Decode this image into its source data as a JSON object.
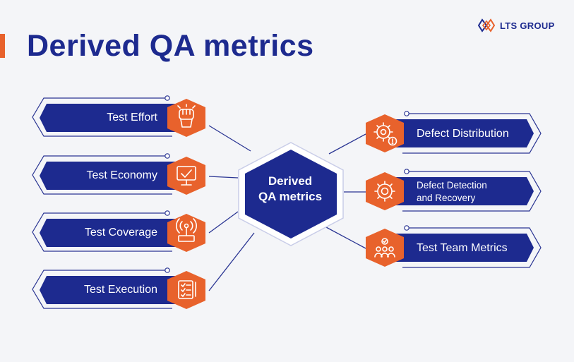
{
  "title": "Derived QA metrics",
  "logo": {
    "text": "LTS GROUP",
    "icon": "lts-logo-icon"
  },
  "center": {
    "line1": "Derived",
    "line2": "QA metrics"
  },
  "left_items": [
    {
      "label": "Test Effort",
      "icon": "fist-icon"
    },
    {
      "label": "Test Economy",
      "icon": "monitor-check-icon"
    },
    {
      "label": "Test Coverage",
      "icon": "radar-icon"
    },
    {
      "label": "Test Execution",
      "icon": "checklist-icon"
    }
  ],
  "right_items": [
    {
      "label": "Defect Distribution",
      "icon": "gear-alert-icon"
    },
    {
      "label_line1": "Defect Detection",
      "label_line2": "and Recovery",
      "icon": "gear-icon"
    },
    {
      "label": "Test Team Metrics",
      "icon": "team-icon"
    }
  ],
  "colors": {
    "navy": "#1d2a8f",
    "orange": "#e8622c",
    "background": "#f4f5f8"
  }
}
